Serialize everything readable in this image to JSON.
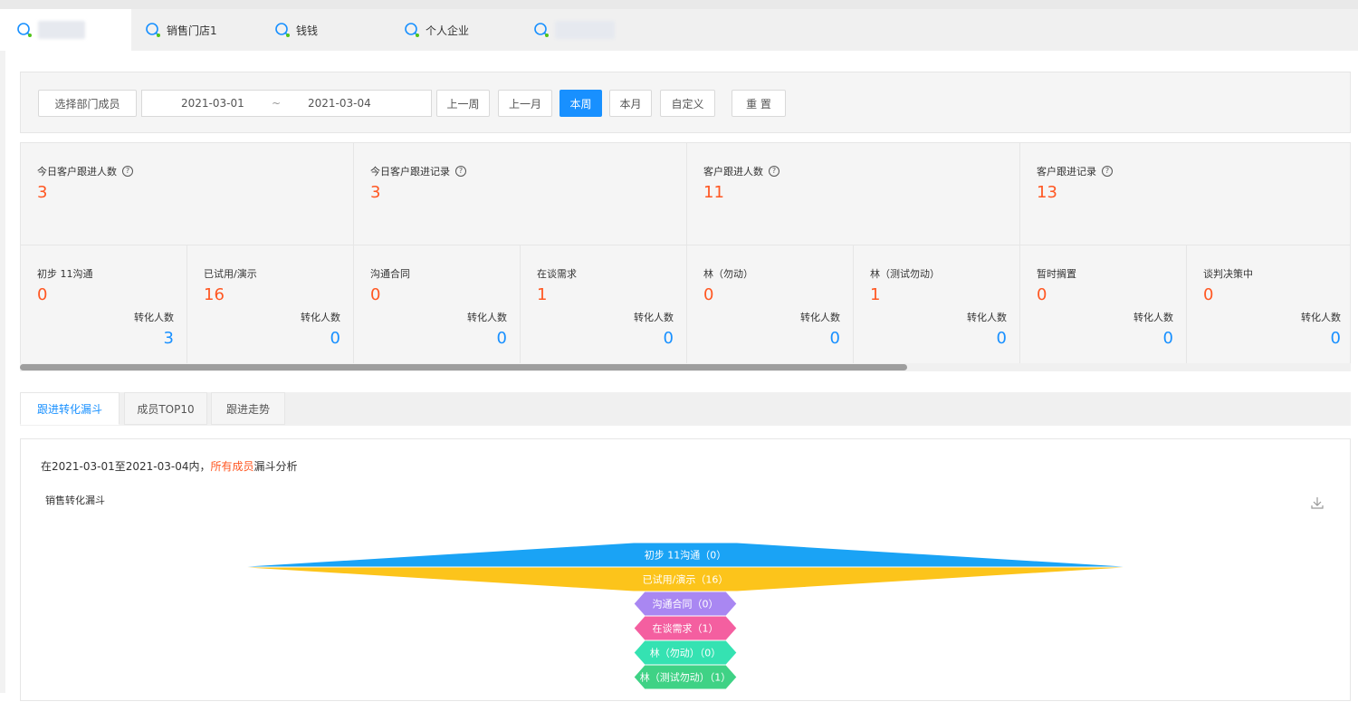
{
  "tabs": [
    {
      "label": "",
      "active": true
    },
    {
      "label": "销售门店1",
      "active": false
    },
    {
      "label": "钱钱",
      "active": false
    },
    {
      "label": "个人企业",
      "active": false
    },
    {
      "label": "",
      "active": false
    }
  ],
  "filter": {
    "select_member": "选择部门成员",
    "date_start": "2021-03-01",
    "date_sep": "~",
    "date_end": "2021-03-04",
    "buttons": {
      "prev_week": "上一周",
      "prev_month": "上一月",
      "this_week": "本周",
      "this_month": "本月",
      "custom": "自定义",
      "reset": "重 置"
    }
  },
  "summary": [
    {
      "label": "今日客户跟进人数",
      "value": "3"
    },
    {
      "label": "今日客户跟进记录",
      "value": "3"
    },
    {
      "label": "客户跟进人数",
      "value": "11"
    },
    {
      "label": "客户跟进记录",
      "value": "13"
    }
  ],
  "stages": [
    {
      "label": "初步 11沟通",
      "value": "0",
      "conv_label": "转化人数",
      "conv": "3"
    },
    {
      "label": "已试用/演示",
      "value": "16",
      "conv_label": "转化人数",
      "conv": "0"
    },
    {
      "label": "沟通合同",
      "value": "0",
      "conv_label": "转化人数",
      "conv": "0"
    },
    {
      "label": "在谈需求",
      "value": "1",
      "conv_label": "转化人数",
      "conv": "0"
    },
    {
      "label": "林（勿动）",
      "value": "0",
      "conv_label": "转化人数",
      "conv": "0"
    },
    {
      "label": "林（测试勿动）",
      "value": "1",
      "conv_label": "转化人数",
      "conv": "0"
    },
    {
      "label": "暂时搁置",
      "value": "0",
      "conv_label": "转化人数",
      "conv": "0"
    },
    {
      "label": "谈判决策中",
      "value": "0",
      "conv_label": "转化人数",
      "conv": "0"
    }
  ],
  "analysis_tabs": {
    "funnel": "跟进转化漏斗",
    "top10": "成员TOP10",
    "trend": "跟进走势"
  },
  "analysis": {
    "desc_prefix": "在2021-03-01至2021-03-04内，",
    "desc_highlight": "所有成员",
    "desc_suffix": "漏斗分析"
  },
  "chart_data": {
    "type": "funnel",
    "title": "销售转化漏斗",
    "series": [
      {
        "label": "初步  11沟通（0）",
        "value": 0,
        "color": "#1aa3f5"
      },
      {
        "label": "已试用/演示（16）",
        "value": 16,
        "color": "#fcc41b"
      },
      {
        "label": "沟通合同（0）",
        "value": 0,
        "color": "#a987f2"
      },
      {
        "label": "在谈需求（1）",
        "value": 1,
        "color": "#f45fa0"
      },
      {
        "label": "林（勿动）（0）",
        "value": 0,
        "color": "#35e2b2"
      },
      {
        "label": "林（测试勿动）（1）",
        "value": 1,
        "color": "#3fd285"
      }
    ]
  },
  "colors": {
    "accent": "#1890ff",
    "highlight": "#ff5722"
  }
}
